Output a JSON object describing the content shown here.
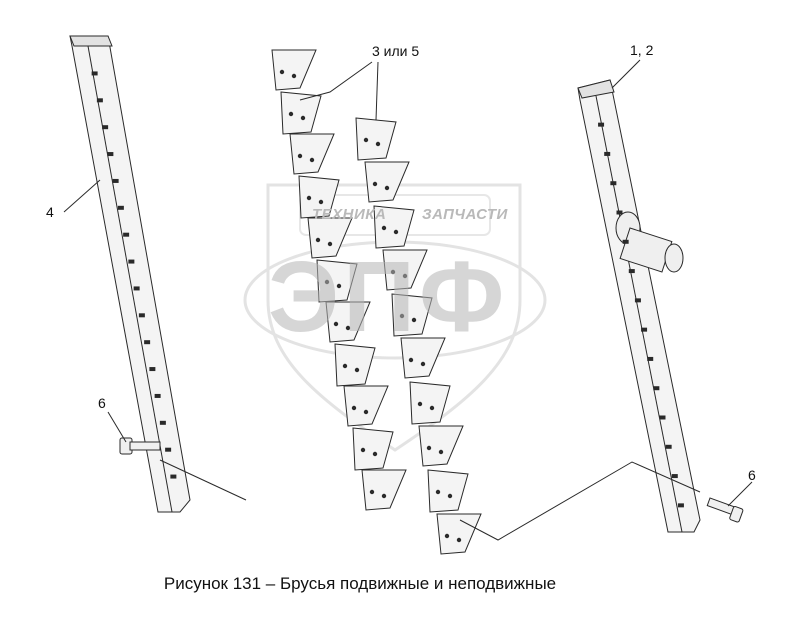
{
  "caption": "Рисунок 131 – Брусья подвижные и неподвижные",
  "callouts": {
    "left_bar": "4",
    "blades": "3 или 5",
    "right_bar": "1, 2",
    "bolt_left": "6",
    "bolt_right": "6"
  },
  "watermark": {
    "word_left": "ТЕХНИКА",
    "word_right": "ЗАПЧАСТИ",
    "monogram": "ЭПФ"
  },
  "colors": {
    "line": "#2a2a2a",
    "part_fill": "#f4f4f4",
    "watermark": "#c8c8c8"
  }
}
